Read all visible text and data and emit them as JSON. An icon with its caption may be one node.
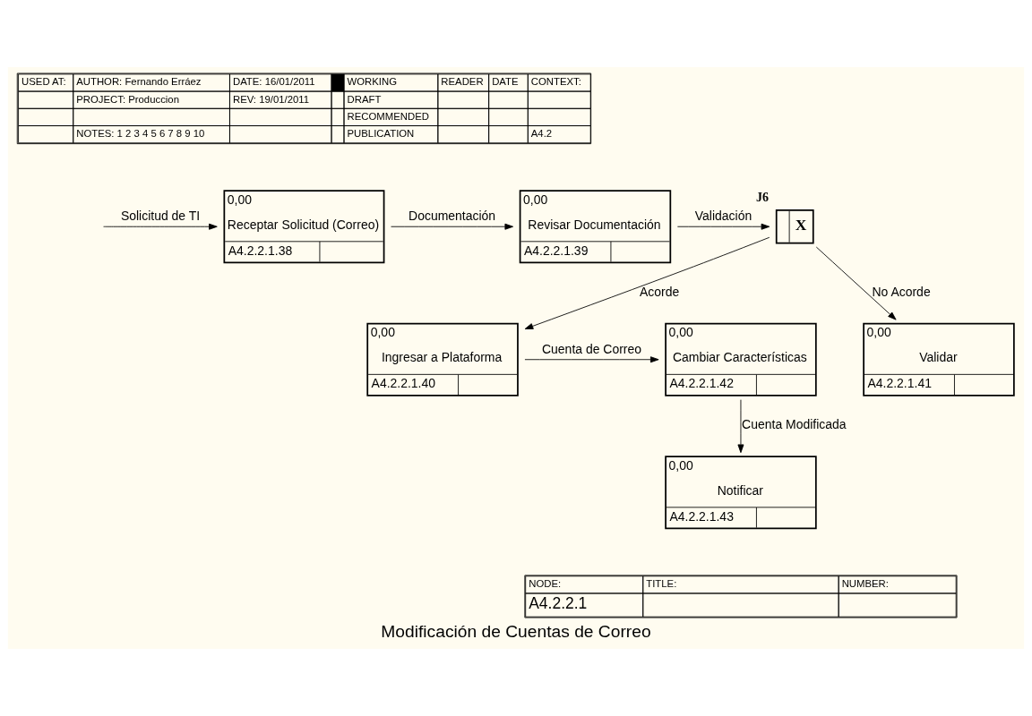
{
  "diagram": {
    "title": "Modificación de Cuentas de Correo",
    "nodes": [
      {
        "text": [
          "0,00",
          "Receptar Solicitud (Correo)",
          "A4.2.2.1.38"
        ]
      },
      {
        "text": [
          "0,00",
          "Revisar Documentación",
          "A4.2.2.1.39"
        ]
      },
      {
        "text": [
          "X"
        ],
        "beside": [
          "J6"
        ]
      },
      {
        "text": [
          "0,00",
          "Ingresar a Plataforma",
          "A4.2.2.1.40"
        ]
      },
      {
        "text": [
          "0,00",
          "Validar",
          "A4.2.2.1.41"
        ]
      },
      {
        "text": [
          "0,00",
          "Cambiar Características",
          "A4.2.2.1.42"
        ]
      },
      {
        "text": [
          "0,00",
          "Notificar",
          "A4.2.2.1.43"
        ]
      }
    ],
    "edges": [
      {
        "from": null,
        "to": 0,
        "arrow": "to",
        "label": "Solicitud de TI"
      },
      {
        "from": 0,
        "to": 1,
        "arrow": "to",
        "label": "Documentación"
      },
      {
        "from": 1,
        "to": 2,
        "arrow": "to",
        "label": "Validación"
      },
      {
        "from": 2,
        "to": 3,
        "arrow": "to",
        "label": "Acorde"
      },
      {
        "from": 2,
        "to": 4,
        "arrow": "to",
        "label": "No Acorde"
      },
      {
        "from": 3,
        "to": 5,
        "arrow": "to",
        "label": "Cuenta de Correo"
      },
      {
        "from": 5,
        "to": 6,
        "arrow": "to",
        "label": "Cuenta Modificada"
      }
    ],
    "labels": [
      "USED AT:",
      "AUTHOR: Fernando Erráez",
      "DATE: 16/01/2011",
      "WORKING",
      "READER",
      "DATE",
      "CONTEXT:",
      "PROJECT: Produccion",
      "REV: 19/01/2011",
      "DRAFT",
      "RECOMMENDED",
      "NOTES: 1 2 3 4 5 6 7 8 9 10",
      "PUBLICATION",
      "A4.2",
      "NODE:",
      "A4.2.2.1",
      "TITLE:",
      "NUMBER:"
    ]
  }
}
